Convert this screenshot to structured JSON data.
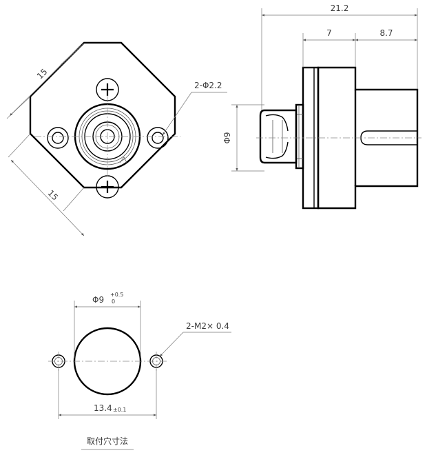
{
  "front_view": {
    "dim_side_top": "15",
    "dim_side_bottom": "15",
    "hole_callout": "2-Φ2.2"
  },
  "side_view": {
    "dim_total": "21.2",
    "dim_left": "7",
    "dim_right": "8.7",
    "dim_height": "Φ9"
  },
  "mounting_hole": {
    "dim_diameter": "Φ9",
    "tol_upper": "+0.5",
    "tol_lower": "0",
    "thread_callout": "2-M2× 0.4",
    "dim_pitch": "13.4",
    "pitch_tol": "±0.1",
    "caption": "取付穴寸法"
  }
}
